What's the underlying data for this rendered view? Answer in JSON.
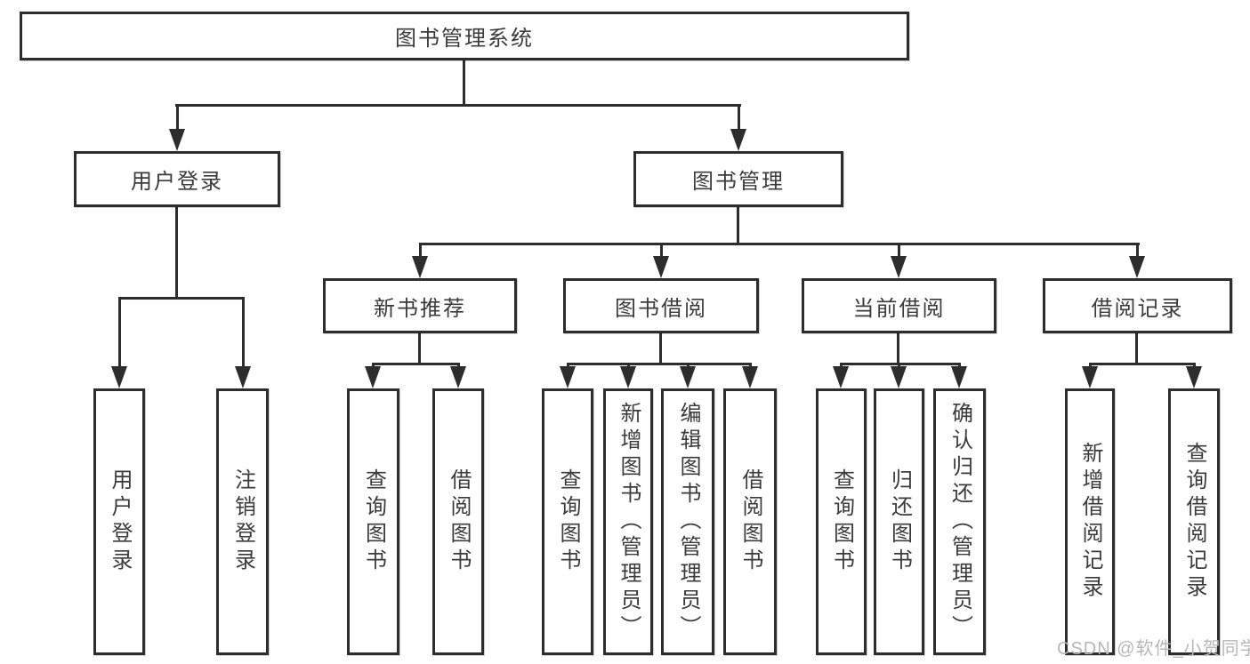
{
  "nodes": {
    "root": {
      "label": "图书管理系统"
    },
    "user_login_branch": {
      "label": "用户登录"
    },
    "book_mgmt_branch": {
      "label": "图书管理"
    },
    "new_book_rec": {
      "label": "新书推荐"
    },
    "book_borrow": {
      "label": "图书借阅"
    },
    "current_borrow": {
      "label": "当前借阅"
    },
    "borrow_records": {
      "label": "借阅记录"
    },
    "leaf_user_login": {
      "label": "用户登录"
    },
    "leaf_logout": {
      "label": "注销登录"
    },
    "leaf_query_book_1": {
      "label": "查询图书"
    },
    "leaf_borrow_book_1": {
      "label": "借阅图书"
    },
    "leaf_query_book_2": {
      "label": "查询图书"
    },
    "leaf_add_book": {
      "label": "新增图书（管理员）"
    },
    "leaf_edit_book": {
      "label": "编辑图书（管理员）"
    },
    "leaf_borrow_book_2": {
      "label": "借阅图书"
    },
    "leaf_query_book_3": {
      "label": "查询图书"
    },
    "leaf_return_book": {
      "label": "归还图书"
    },
    "leaf_confirm_return": {
      "label": "确认归还（管理员）"
    },
    "leaf_add_record": {
      "label": "新增借阅记录"
    },
    "leaf_query_record": {
      "label": "查询借阅记录"
    }
  },
  "watermark": {
    "text": "CSDN @软件_小贺同学"
  },
  "colors": {
    "line": "#2d2d2d",
    "text": "#3b3b3b",
    "background": "#ffffff",
    "watermark": "#b7b7b7"
  }
}
